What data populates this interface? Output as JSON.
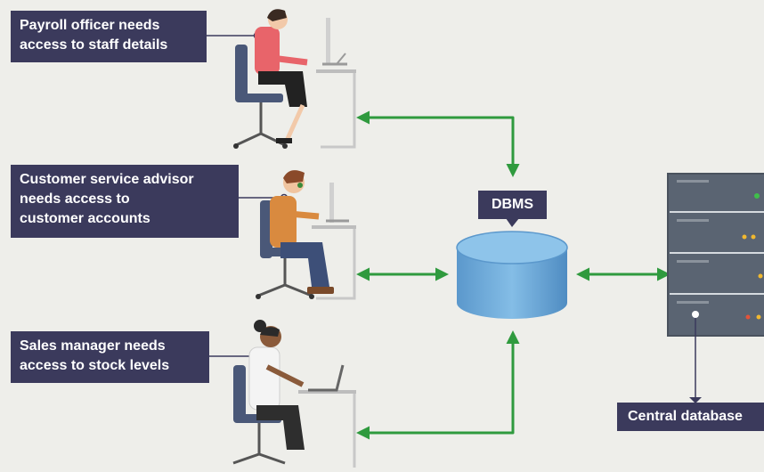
{
  "callouts": {
    "payroll": "Payroll officer needs\naccess to staff details",
    "customer_service": "Customer service advisor\nneeds access to\ncustomer accounts",
    "sales": "Sales manager needs\naccess to stock levels"
  },
  "dbms_label": "DBMS",
  "central_label": "Central database",
  "colors": {
    "background": "#eeeeea",
    "callout": "#3b3a5c",
    "arrow": "#2f9a3e",
    "cylinder": "#6fa8d6",
    "server": "#5a6472"
  },
  "icons": [
    "payroll-officer-icon",
    "customer-advisor-icon",
    "sales-manager-icon",
    "database-cylinder-icon",
    "server-rack-icon"
  ]
}
